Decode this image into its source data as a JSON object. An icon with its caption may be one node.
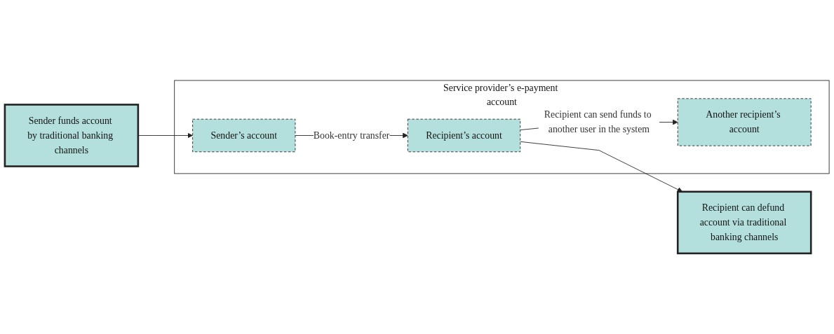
{
  "diagram": {
    "nodes": [
      {
        "text": [
          "Sender funds account by traditional banking channels"
        ]
      },
      {
        "text": [
          "Service provider’s e-payment account"
        ]
      },
      {
        "text": [
          "Sender’s account"
        ],
        "in": 1
      },
      {
        "text": [
          "Recipient’s account"
        ],
        "in": 1
      },
      {
        "text": [
          "Another recipient’s account"
        ],
        "in": 1
      },
      {
        "text": [
          "Recipient can defund account via traditional banking channels"
        ]
      }
    ],
    "edges": [
      {
        "from": 0,
        "to": 2,
        "arrow": "to"
      },
      {
        "from": 2,
        "to": 3,
        "arrow": "to",
        "label": "Book-entry transfer"
      },
      {
        "from": 3,
        "to": 4,
        "arrow": "to",
        "label": "Recipient can send funds to another user in the system"
      },
      {
        "from": 3,
        "to": 5,
        "arrow": "to"
      }
    ]
  }
}
